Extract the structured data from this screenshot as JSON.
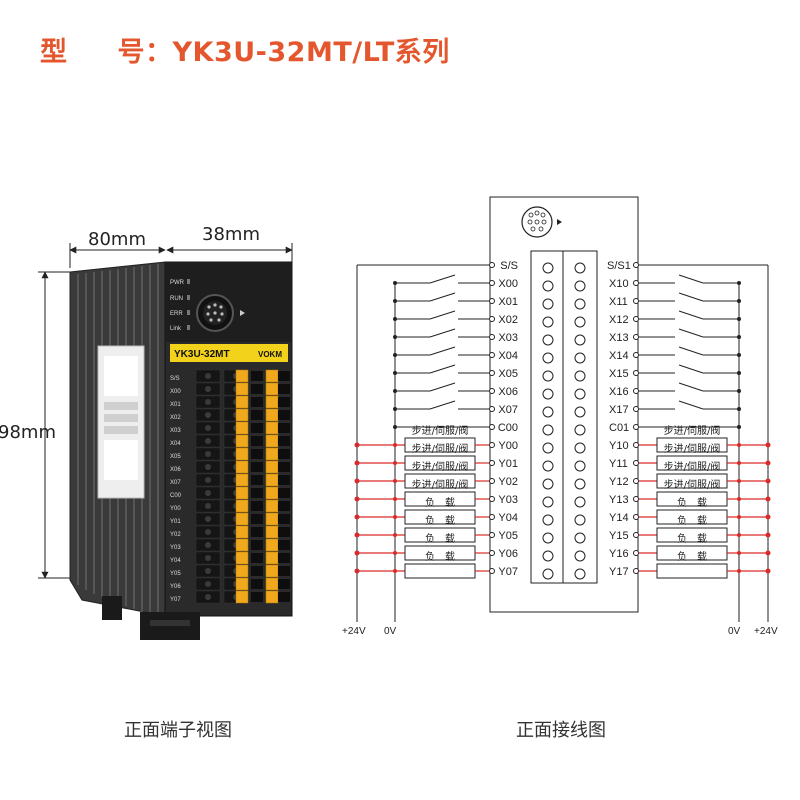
{
  "title": {
    "label_left": "型",
    "label_right": "号：YK3U-32MT/LT系列"
  },
  "dimensions": {
    "width": "80mm",
    "depth": "38mm",
    "height": "98mm"
  },
  "device": {
    "model_label": "YK3U-32MT",
    "brand_label": "VOKM",
    "indicator_labels": [
      "PWR",
      "RUN",
      "ERR",
      "Link"
    ],
    "terminal_labels": [
      "S/S",
      "X00",
      "X01",
      "X02",
      "X03",
      "X04",
      "X05",
      "X06",
      "X07",
      "C00",
      "Y00",
      "Y01",
      "Y02",
      "Y03",
      "Y04",
      "Y05",
      "Y06",
      "Y07"
    ]
  },
  "wiring": {
    "left_pins": [
      "S/S",
      "X00",
      "X01",
      "X02",
      "X03",
      "X04",
      "X05",
      "X06",
      "X07",
      "C00",
      "Y00",
      "Y01",
      "Y02",
      "Y03",
      "Y04",
      "Y05",
      "Y06",
      "Y07"
    ],
    "right_pins": [
      "S/S1",
      "X10",
      "X11",
      "X12",
      "X13",
      "X14",
      "X15",
      "X16",
      "X17",
      "C01",
      "Y10",
      "Y11",
      "Y12",
      "Y13",
      "Y14",
      "Y15",
      "Y16",
      "Y17"
    ],
    "left_loads": [
      "步进/伺服/阀",
      "步进/伺服/阀",
      "步进/伺服/阀",
      "步进/伺服/阀",
      "负　载",
      "负　载",
      "负　载",
      "负　载"
    ],
    "right_loads": [
      "步进/伺服/阀",
      "步进/伺服/阀",
      "步进/伺服/阀",
      "步进/伺服/阀",
      "负　载",
      "负　载",
      "负　载",
      "负　载"
    ],
    "left_power": {
      "plus": "+24V",
      "zero": "0V"
    },
    "right_power": {
      "zero": "0V",
      "plus": "+24V"
    },
    "wire_color": "#d92b2b"
  },
  "captions": {
    "left": "正面端子视图",
    "right": "正面接线图"
  }
}
